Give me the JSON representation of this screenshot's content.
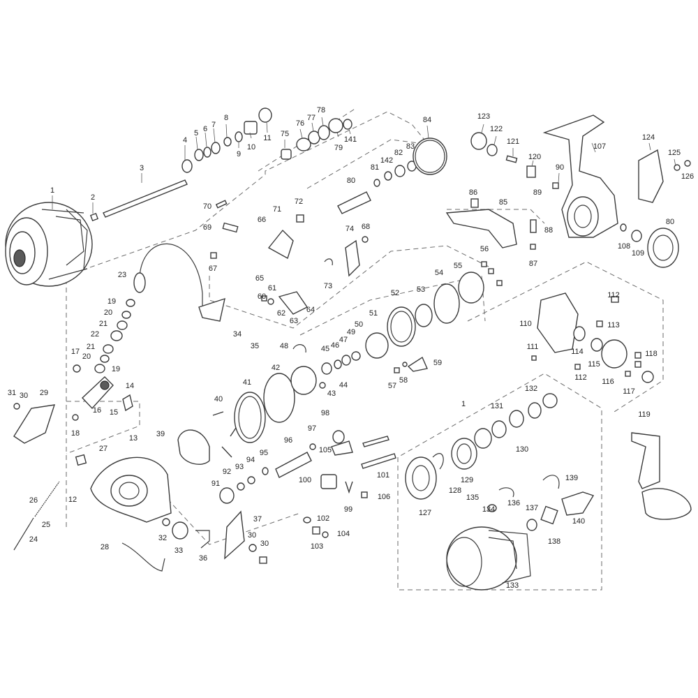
{
  "diagram": {
    "labels": [
      "1",
      "2",
      "3",
      "4",
      "5",
      "6",
      "7",
      "8",
      "9",
      "10",
      "11",
      "12",
      "13",
      "14",
      "15",
      "16",
      "17",
      "18",
      "19",
      "20",
      "21",
      "22",
      "23",
      "24",
      "25",
      "26",
      "27",
      "28",
      "29",
      "30",
      "31",
      "32",
      "33",
      "34",
      "35",
      "36",
      "37",
      "39",
      "40",
      "41",
      "42",
      "43",
      "44",
      "45",
      "46",
      "47",
      "48",
      "49",
      "50",
      "51",
      "52",
      "53",
      "54",
      "55",
      "56",
      "57",
      "58",
      "59",
      "60",
      "61",
      "62",
      "63",
      "64",
      "65",
      "66",
      "67",
      "68",
      "69",
      "70",
      "71",
      "72",
      "73",
      "74",
      "75",
      "76",
      "77",
      "78",
      "79",
      "80",
      "81",
      "82",
      "83",
      "84",
      "85",
      "86",
      "87",
      "88",
      "89",
      "90",
      "91",
      "92",
      "93",
      "94",
      "95",
      "96",
      "97",
      "98",
      "99",
      "100",
      "101",
      "102",
      "103",
      "104",
      "105",
      "106",
      "107",
      "108",
      "109",
      "110",
      "111",
      "112",
      "113",
      "114",
      "115",
      "116",
      "117",
      "118",
      "119",
      "120",
      "121",
      "122",
      "123",
      "124",
      "125",
      "126",
      "127",
      "128",
      "129",
      "130",
      "131",
      "132",
      "133",
      "134",
      "135",
      "136",
      "137",
      "138",
      "139",
      "140",
      "141",
      "142"
    ]
  }
}
